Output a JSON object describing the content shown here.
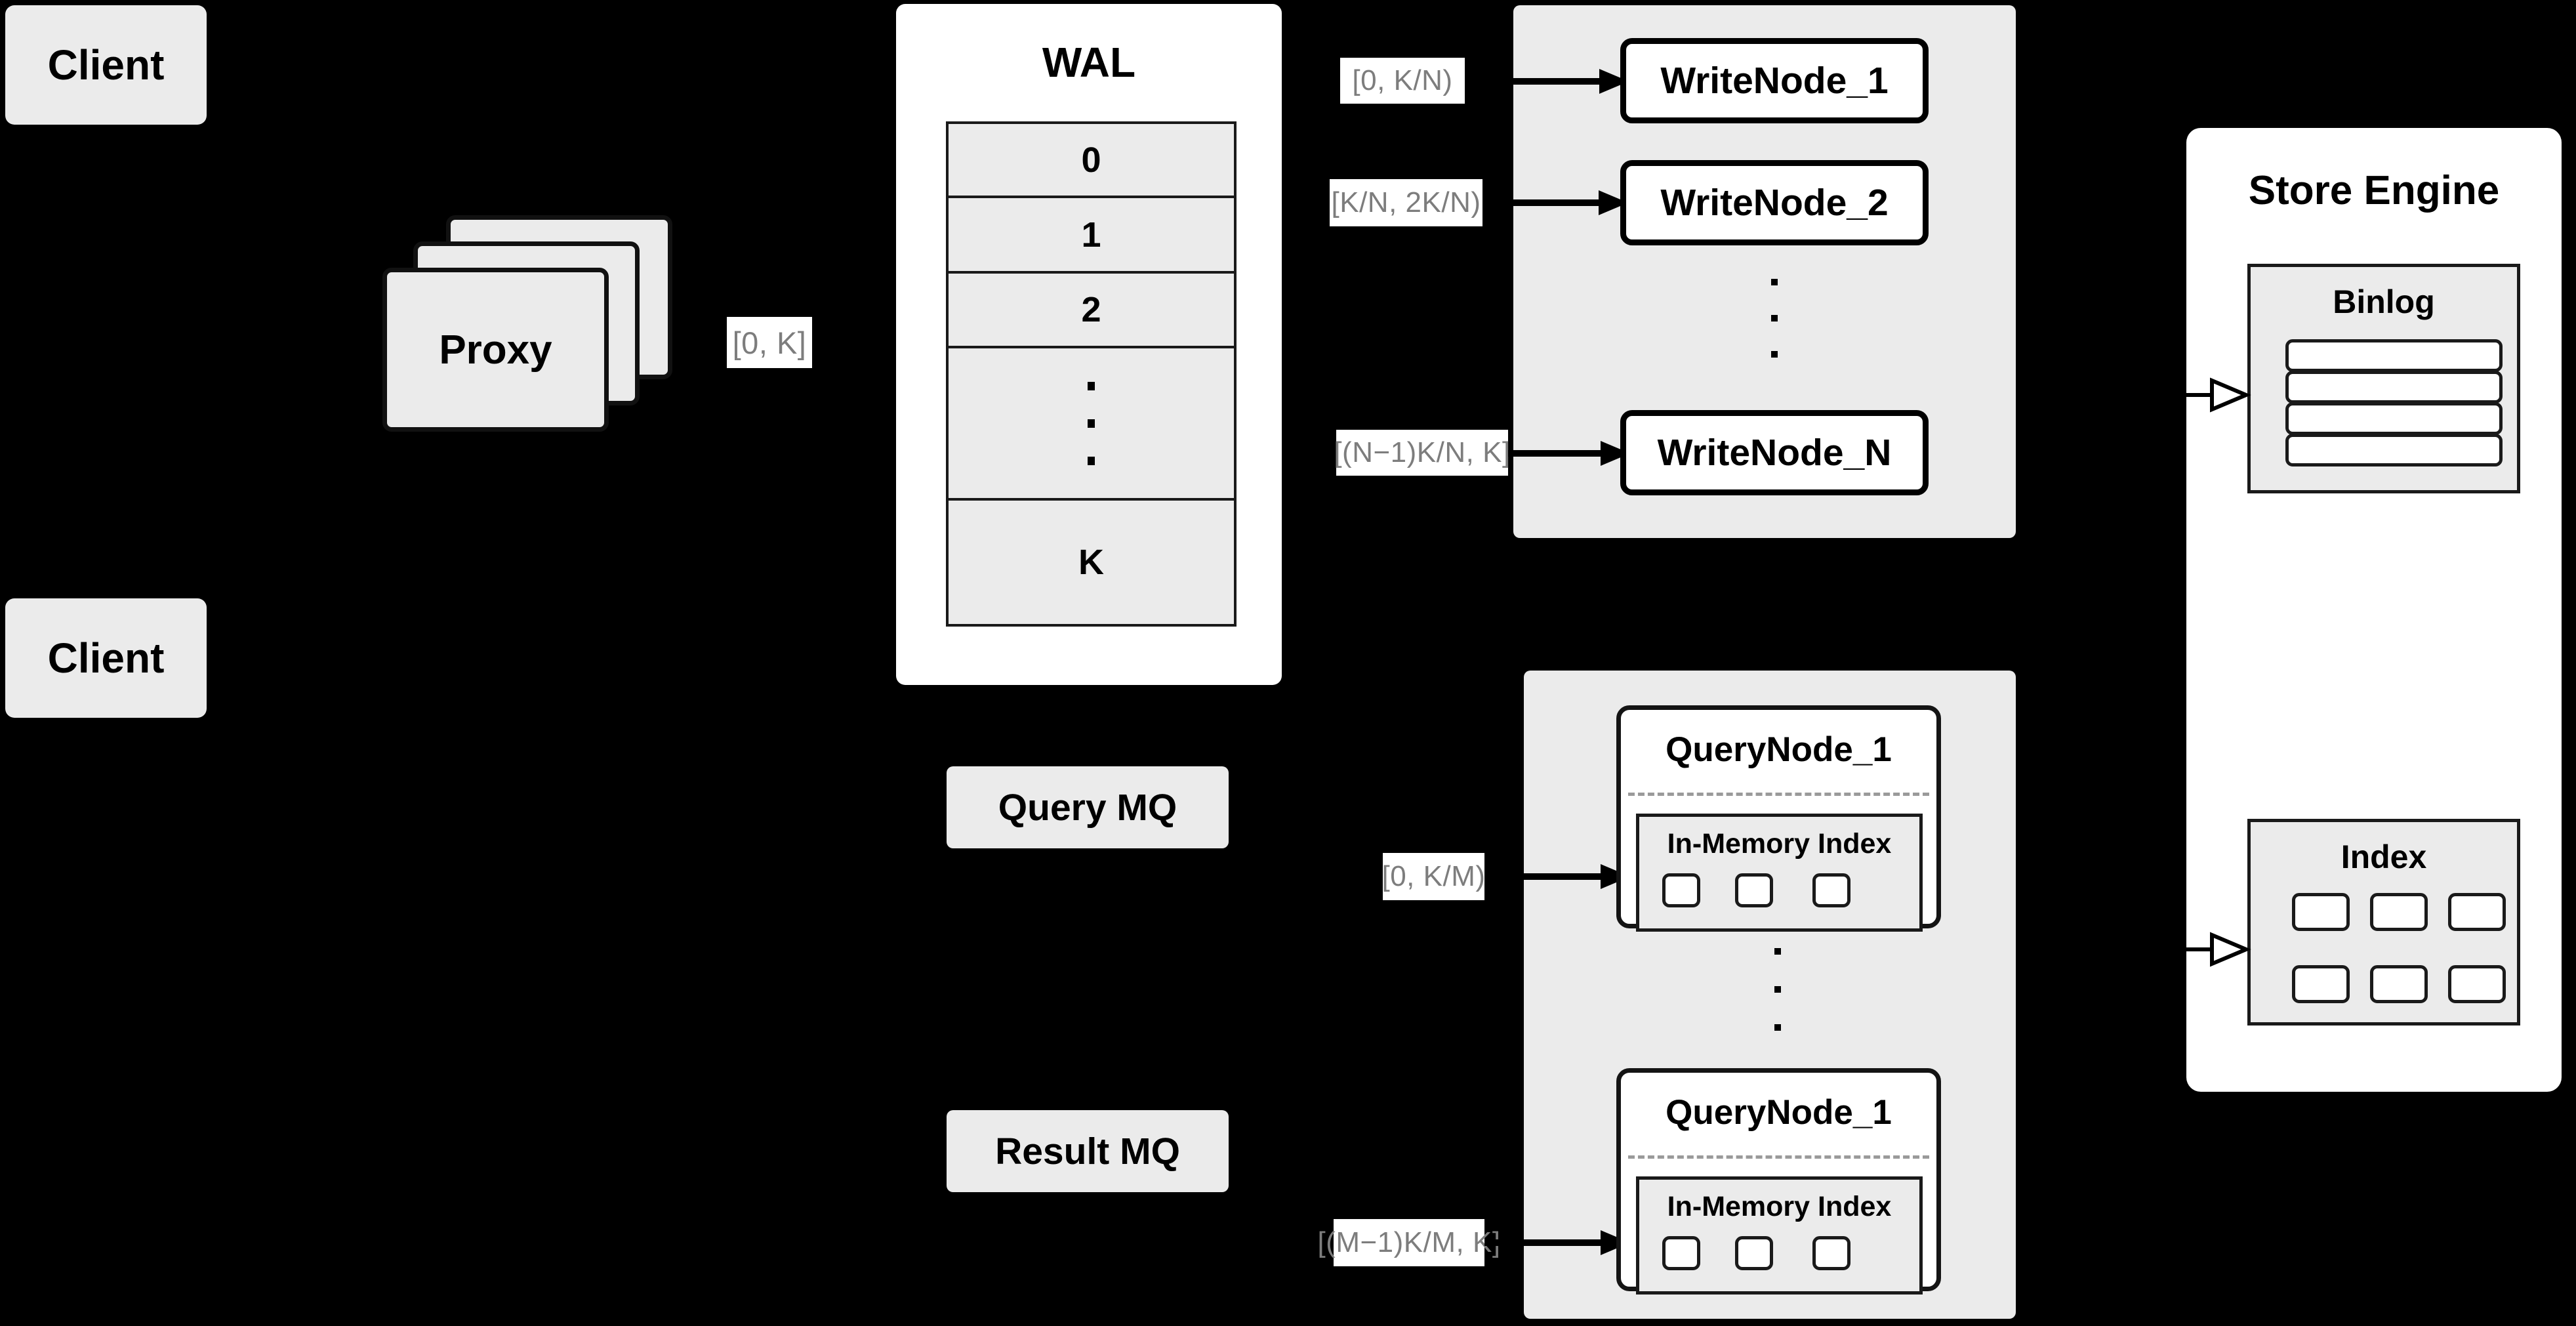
{
  "clients": [
    {
      "label": "Client"
    },
    {
      "label": "Client"
    }
  ],
  "proxy": {
    "label": "Proxy",
    "range_label": "[0, K]"
  },
  "wal": {
    "title": "WAL",
    "cells": [
      "0",
      "1",
      "2",
      "",
      "K"
    ]
  },
  "write_group": {
    "nodes": [
      {
        "label": "WriteNode_1",
        "range_label": "[0,  K/N)"
      },
      {
        "label": "WriteNode_2",
        "range_label": "[K/N, 2K/N)"
      },
      {
        "label": "WriteNode_N",
        "range_label": "[(N−1)K/N,  K]"
      }
    ]
  },
  "query_group": {
    "nodes": [
      {
        "label": "QueryNode_1",
        "range_label": "[0, K/M)",
        "index": {
          "title": "In-Memory Index",
          "cells": [
            "",
            "",
            ""
          ]
        }
      },
      {
        "label": "QueryNode_1",
        "range_label": "[(M−1)K/M, K]",
        "index": {
          "title": "In-Memory Index",
          "cells": [
            "",
            "",
            ""
          ]
        }
      }
    ]
  },
  "message_queues": [
    {
      "label": "Query MQ"
    },
    {
      "label": "Result MQ"
    }
  ],
  "store_engine": {
    "title": "Store Engine",
    "binlog": {
      "title": "Binlog",
      "bars": [
        "",
        "",
        "",
        ""
      ]
    },
    "index": {
      "title": "Index",
      "cells": [
        "",
        "",
        "",
        "",
        "",
        ""
      ]
    }
  },
  "colors": {
    "background": "#000000",
    "panel_white": "#ffffff",
    "fill_gray": "#ebebeb",
    "stroke_black": "#000000",
    "label_gray": "#7d7d7d",
    "divider_gray": "#9a9a9a"
  }
}
